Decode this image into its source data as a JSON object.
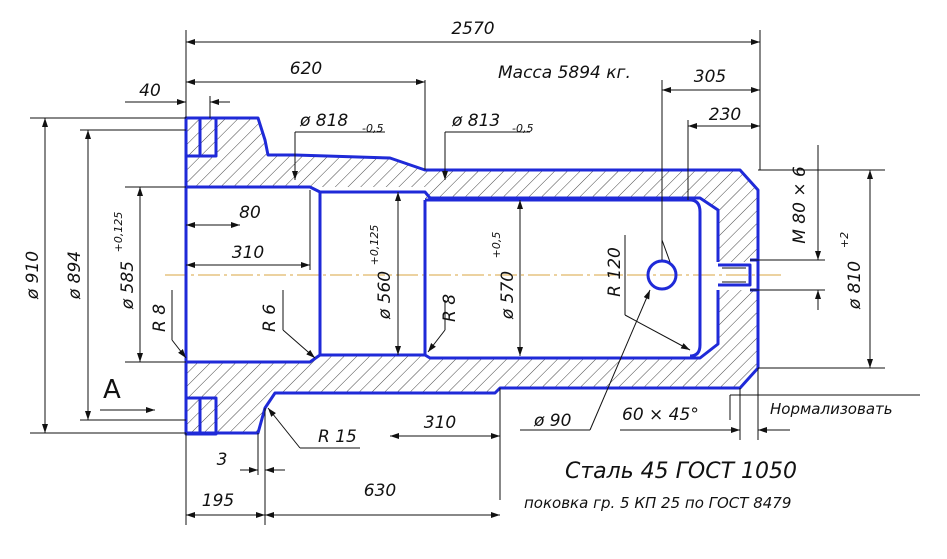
{
  "drawing": {
    "accent_color": "#1f2ad8",
    "dimension_color": "#111111",
    "axis_color": "#d9a441",
    "section_mark": "A",
    "mass_note": "Масса 5894 кг.",
    "material_line1": "Сталь 45 ГОСТ 1050",
    "material_line2": "поковка гр. 5 КП 25 по ГОСТ 8479",
    "treatment_note": "Нормализовать",
    "chamfer_note": "60 × 45°",
    "thread_note": "M 80 × 6",
    "dimensions": {
      "overall_length": "2570",
      "length_620": "620",
      "length_40": "40",
      "length_305": "305",
      "length_230": "230",
      "length_80": "80",
      "length_310_bore": "310",
      "length_310_bottom": "310",
      "length_3": "3",
      "length_195": "195",
      "length_630": "630",
      "dia_818_main": "ø 818",
      "dia_818_tol": "-0,5",
      "dia_813_main": "ø 813",
      "dia_813_tol": "-0,5",
      "dia_910": "ø 910",
      "dia_894": "ø 894",
      "dia_585_main": "ø 585",
      "dia_585_tol": "+0,125",
      "dia_560_main": "ø 560",
      "dia_560_tol": "+0,125",
      "dia_570_main": "ø 570",
      "dia_570_tol": "+0,5",
      "dia_810_main": "ø 810",
      "dia_810_tol": "+2",
      "dia_90": "ø 90",
      "radius_8_left": "R 8",
      "radius_6": "R 6",
      "radius_8_mid": "R 8",
      "radius_120": "R 120",
      "radius_15": "R 15"
    }
  }
}
